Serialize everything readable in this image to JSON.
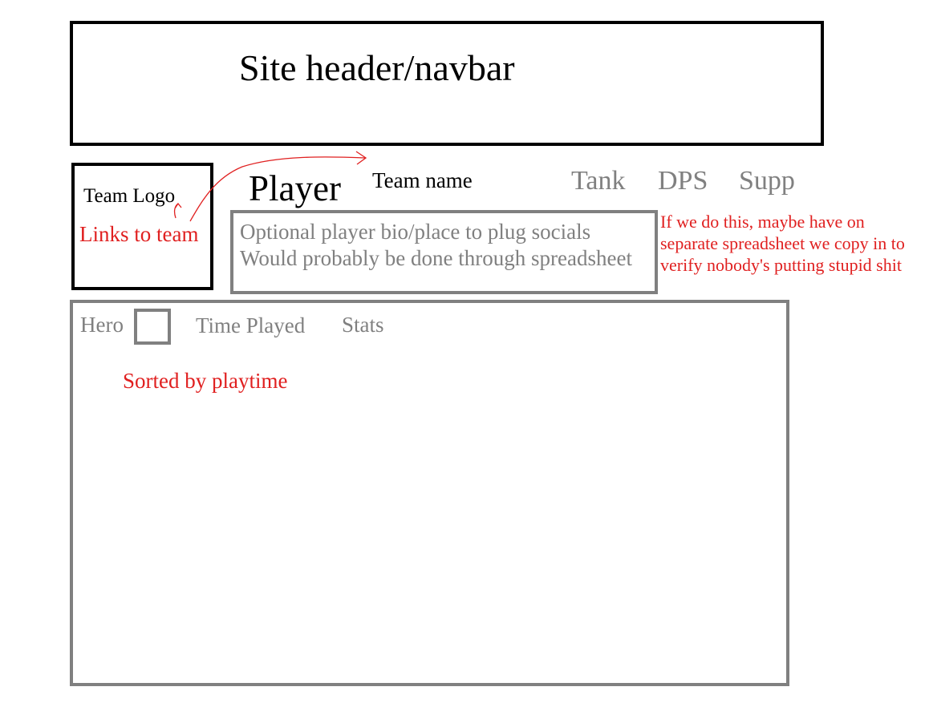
{
  "colors": {
    "ink": "#000000",
    "muted": "#808080",
    "annotation": "#e02020"
  },
  "header": {
    "title": "Site header/navbar"
  },
  "team_logo": {
    "label": "Team Logo",
    "note": "Links to team"
  },
  "player": {
    "name": "Player",
    "team_name": "Team name",
    "roles": [
      "Tank",
      "DPS",
      "Supp"
    ]
  },
  "bio": {
    "line1": "Optional player bio/place to plug socials",
    "line2": "Would probably be done through spreadsheet",
    "note": "If we do this, maybe have on separate spreadsheet we copy in to verify nobody's putting stupid shit"
  },
  "stats_table": {
    "columns": [
      "Hero",
      "Time Played",
      "Stats"
    ],
    "note": "Sorted by playtime"
  }
}
